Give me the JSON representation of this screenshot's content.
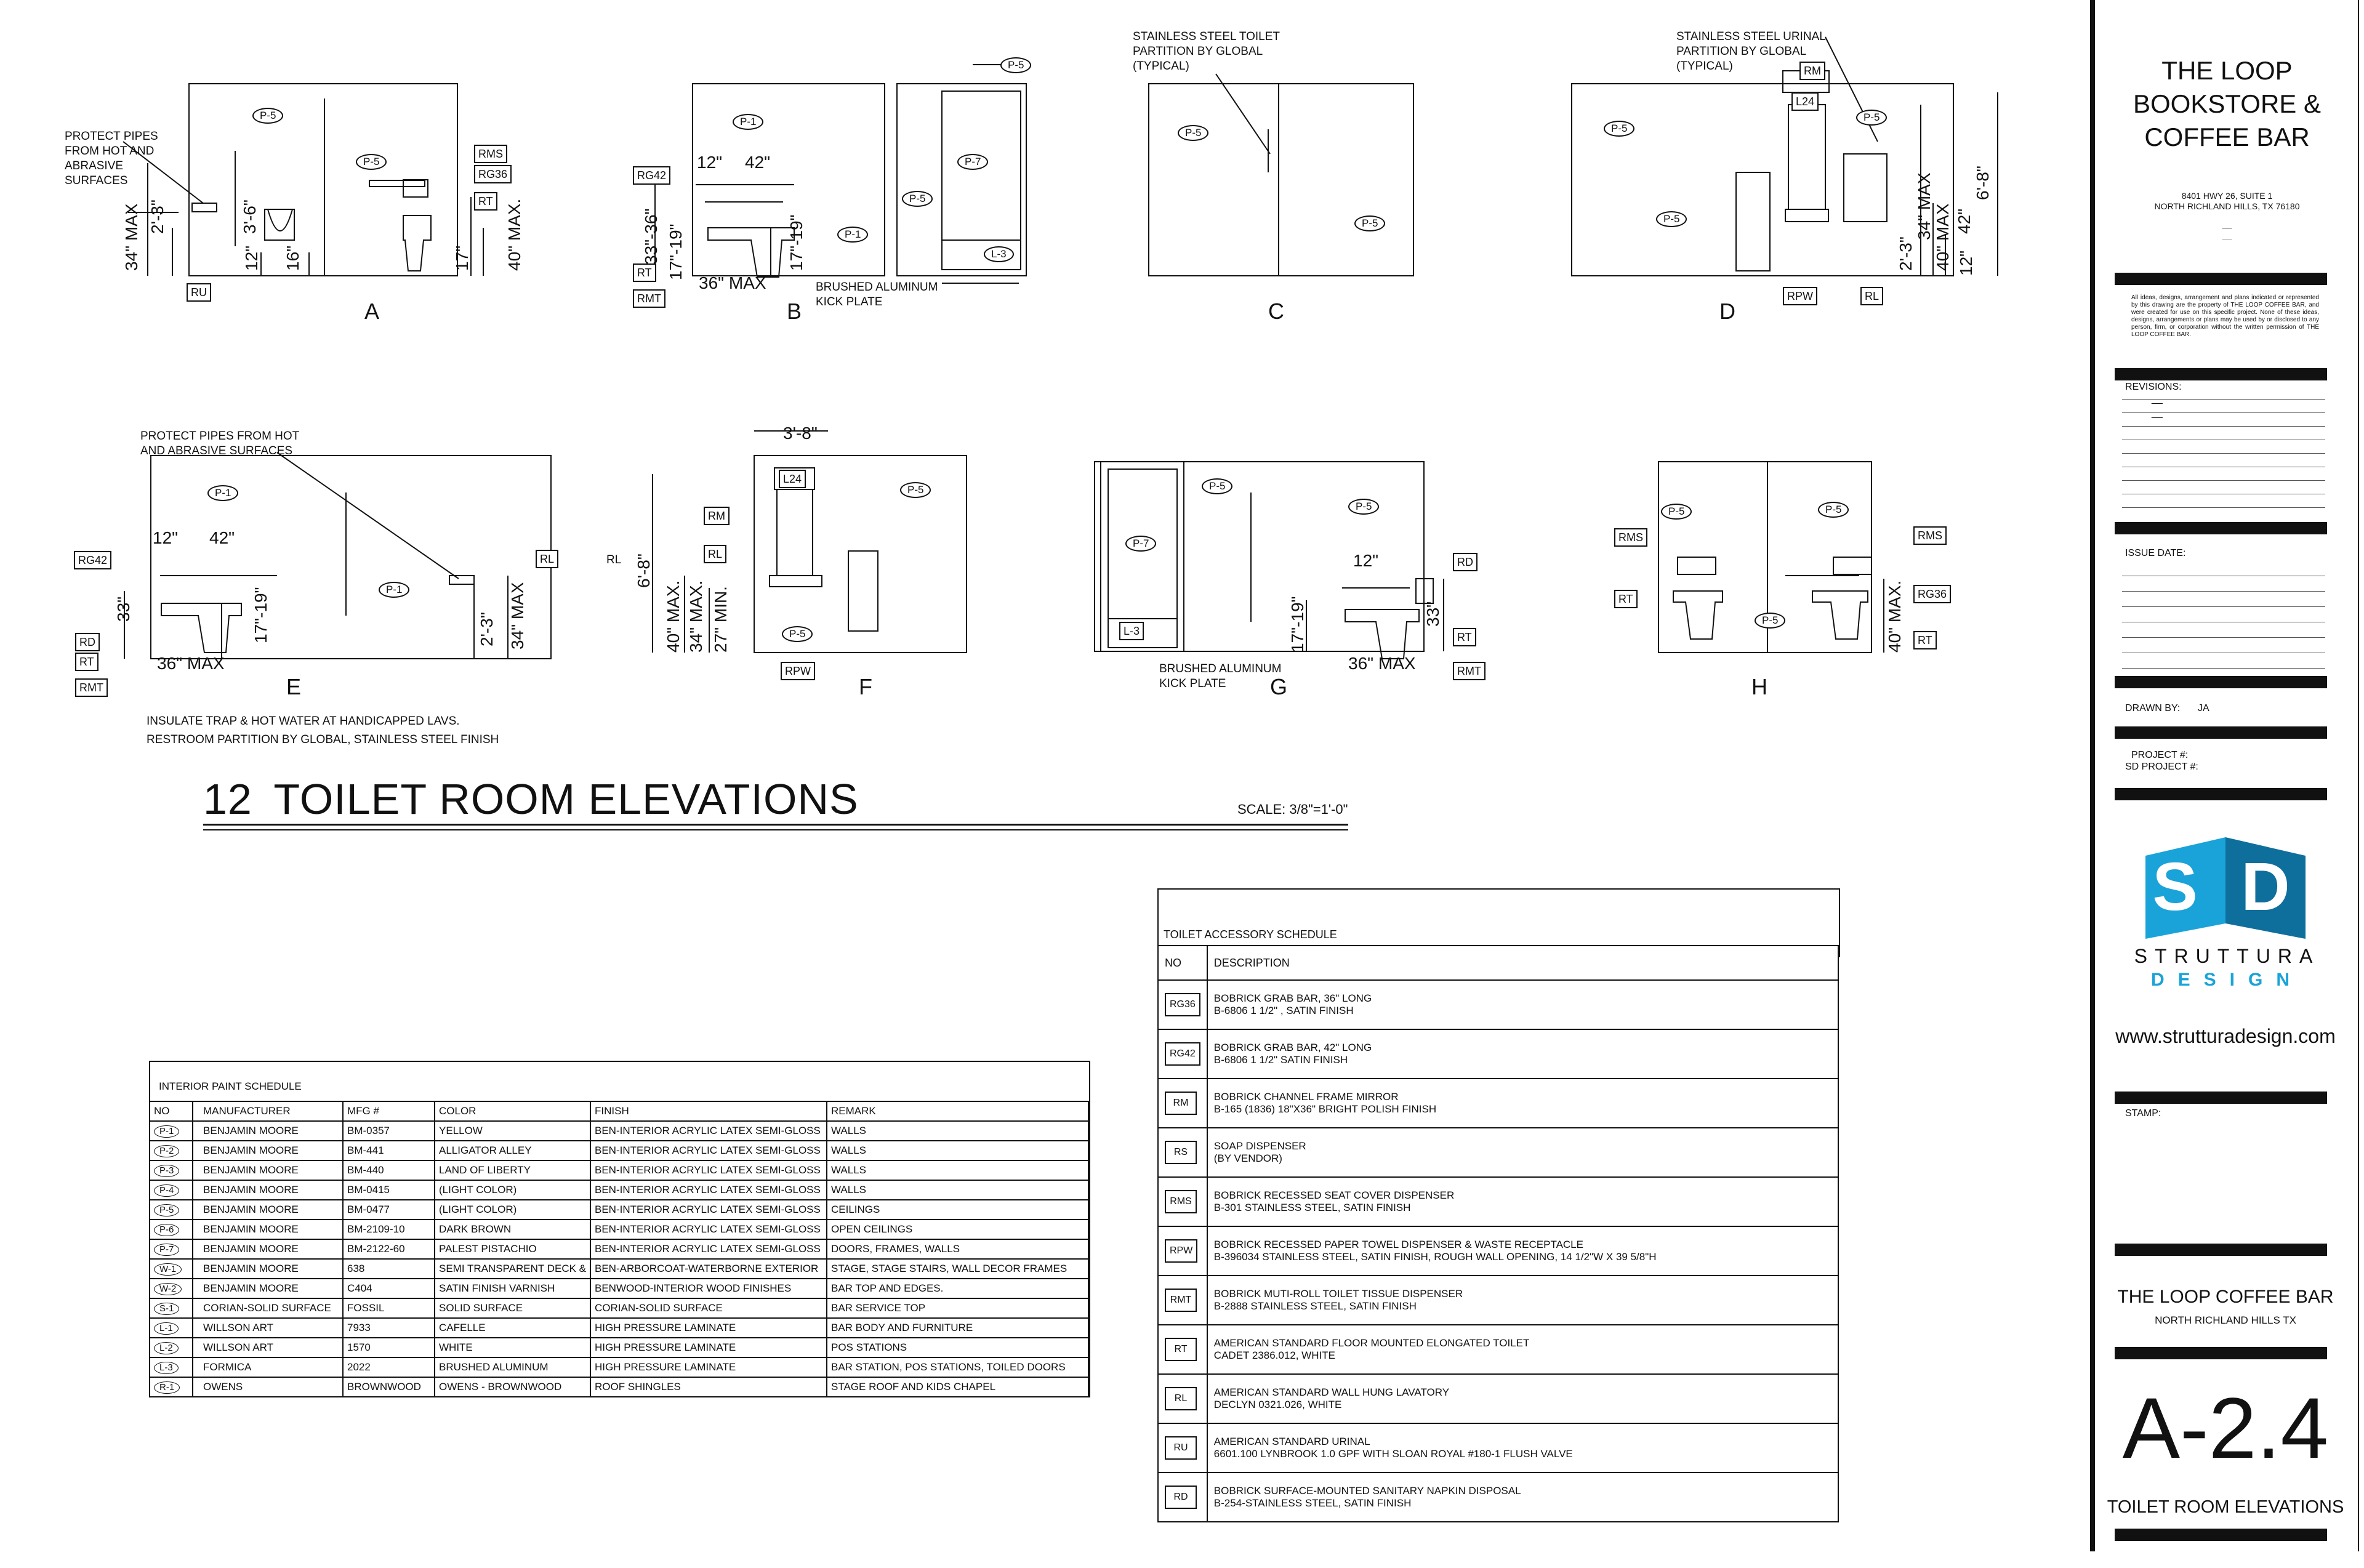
{
  "title_block": {
    "project_name_lines": [
      "THE LOOP",
      "BOOKSTORE &",
      " COFFEE BAR"
    ],
    "address_lines": [
      "8401 HWY 26, SUITE 1",
      "NORTH RICHLAND HILLS, TX 76180",
      "__",
      "__"
    ],
    "legal_notice": "All ideas, designs, arrangement and plans indicated or represented by this drawing are the property of THE LOOP COFFEE BAR, and were created for use on this specific project. None of these ideas, designs, arrangements or plans may be used by or disclosed to any person, firm, or corporation without the written permission of THE LOOP COFFEE BAR.",
    "revisions_label": "REVISIONS:",
    "revision_marks": [
      "__",
      "__"
    ],
    "issue_date_label": "ISSUE DATE:",
    "drawn_by_label": "DRAWN BY:",
    "drawn_by_value": "JA",
    "project_no_label": "PROJECT #:",
    "sd_project_no_label": "SD PROJECT #:",
    "logo_letters": [
      "S",
      "D"
    ],
    "logo_name_top": "STRUTTURA",
    "logo_name_bottom": "DESIGN",
    "website": "www.strutturadesign.com",
    "stamp_label": "STAMP:",
    "client_name": "THE LOOP COFFEE BAR",
    "client_city": "NORTH RICHLAND HILLS TX",
    "sheet_number": "A-2.4",
    "sheet_title": "TOILET ROOM ELEVATIONS"
  },
  "drawing": {
    "number": "12",
    "title": "TOILET ROOM ELEVATIONS",
    "scale": "SCALE: 3/8\"=1'-0\"",
    "elevation_labels": [
      "A",
      "B",
      "C",
      "D",
      "E",
      "F",
      "G",
      "H"
    ],
    "notes": {
      "protect_pipes_a": "PROTECT PIPES\nFROM HOT AND\nABRASIVE\nSURFACES",
      "protect_pipes_e": "PROTECT PIPES FROM HOT\nAND ABRASIVE SURFACES",
      "kick_plate_b": "BRUSHED ALUMINUM\nKICK PLATE",
      "kick_plate_g": "BRUSHED ALUMINUM\nKICK PLATE",
      "partition_c": "STAINLESS STEEL TOILET\nPARTITION BY GLOBAL\n(TYPICAL)",
      "partition_d": "STAINLESS STEEL URINAL\nPARTITION BY GLOBAL\n(TYPICAL)",
      "general_1": "INSULATE TRAP & HOT WATER AT HANDICAPPED LAVS.",
      "general_2": "RESTROOM PARTITION BY GLOBAL, STAINLESS STEEL FINISH"
    },
    "tags": {
      "a": [
        "P-5",
        "P-5",
        "RMS",
        "RG36",
        "RT",
        "RU"
      ],
      "b": [
        "P-5",
        "P-1",
        "P-1",
        "RG42",
        "RT",
        "RMT",
        "P-7",
        "P-5",
        "L-3"
      ],
      "c": [
        "P-5",
        "P-5"
      ],
      "d": [
        "RM",
        "L24",
        "P-5",
        "P-5",
        "P-5",
        "RPW",
        "RL"
      ],
      "e": [
        "P-1",
        "RG42",
        "RD",
        "RT",
        "RMT",
        "P-1",
        "RL"
      ],
      "f": [
        "L24",
        "RM",
        "RL",
        "P-5",
        "P-5",
        "RPW",
        "RL"
      ],
      "g": [
        "P-5",
        "P-5",
        "P-7",
        "L-3",
        "RD",
        "RT",
        "RMT"
      ],
      "h": [
        "P-5",
        "P-5",
        "RMS",
        "RT",
        "P-5",
        "RMS",
        "RG36",
        "RT"
      ]
    },
    "dimensions": {
      "a": [
        "34\" MAX",
        "2'-3\"",
        "3'-6\"",
        "12\"",
        "16\"",
        "17\"",
        "40\" MAX."
      ],
      "b": [
        "12\"",
        "42\"",
        "33\"-36\"",
        "17\"-19\"",
        "36\" MAX",
        "17\"-19\""
      ],
      "d": [
        "2'-3\"",
        "34\" MAX",
        "40\" MAX",
        "42\"",
        "12\"",
        "6'-8\""
      ],
      "e": [
        "12\"",
        "42\"",
        "33\"",
        "17\"-19\"",
        "36\" MAX",
        "2'-3\"",
        "34\" MAX"
      ],
      "f": [
        "3'-8\"",
        "6'-8\"",
        "40\" MAX.",
        "34\" MAX.",
        "27\" MIN."
      ],
      "g": [
        "12\"",
        "17\"-19\"",
        "33\"",
        "36\" MAX"
      ],
      "h": [
        "40\" MAX."
      ]
    }
  },
  "paint_schedule": {
    "title": "INTERIOR PAINT SCHEDULE",
    "headers": [
      "NO",
      "MANUFACTURER",
      "MFG #",
      "COLOR",
      "FINISH",
      "REMARK"
    ],
    "rows": [
      [
        "P-1",
        "BENJAMIN MOORE",
        "BM-0357",
        "YELLOW",
        "BEN-INTERIOR ACRYLIC LATEX SEMI-GLOSS",
        "WALLS"
      ],
      [
        "P-2",
        "BENJAMIN MOORE",
        "BM-441",
        "ALLIGATOR ALLEY",
        "BEN-INTERIOR ACRYLIC LATEX SEMI-GLOSS",
        "WALLS"
      ],
      [
        "P-3",
        "BENJAMIN MOORE",
        "BM-440",
        "LAND OF LIBERTY",
        "BEN-INTERIOR ACRYLIC LATEX SEMI-GLOSS",
        "WALLS"
      ],
      [
        "P-4",
        "BENJAMIN MOORE",
        "BM-0415",
        "(LIGHT COLOR)",
        "BEN-INTERIOR ACRYLIC LATEX SEMI-GLOSS",
        "WALLS"
      ],
      [
        "P-5",
        "BENJAMIN MOORE",
        "BM-0477",
        "(LIGHT COLOR)",
        "BEN-INTERIOR ACRYLIC LATEX SEMI-GLOSS",
        "CEILINGS"
      ],
      [
        "P-6",
        "BENJAMIN MOORE",
        "BM-2109-10",
        "DARK BROWN",
        "BEN-INTERIOR ACRYLIC LATEX SEMI-GLOSS",
        "OPEN CEILINGS"
      ],
      [
        "P-7",
        "BENJAMIN MOORE",
        "BM-2122-60",
        "PALEST PISTACHIO",
        "BEN-INTERIOR ACRYLIC LATEX SEMI-GLOSS",
        "DOORS, FRAMES, WALLS"
      ],
      [
        "W-1",
        "BENJAMIN MOORE",
        "638",
        "SEMI TRANSPARENT DECK &",
        "BEN-ARBORCOAT-WATERBORNE EXTERIOR",
        "STAGE, STAGE STAIRS, WALL DECOR FRAMES"
      ],
      [
        "W-2",
        "BENJAMIN MOORE",
        "C404",
        "SATIN FINISH VARNISH",
        "BENWOOD-INTERIOR WOOD FINISHES",
        "BAR TOP AND EDGES."
      ],
      [
        "S-1",
        "CORIAN-SOLID SURFACE",
        "FOSSIL",
        "SOLID SURFACE",
        "CORIAN-SOLID SURFACE",
        "BAR SERVICE TOP"
      ],
      [
        "L-1",
        "WILLSON ART",
        "7933",
        "CAFELLE",
        "HIGH PRESSURE LAMINATE",
        "BAR BODY AND FURNITURE"
      ],
      [
        "L-2",
        "WILLSON ART",
        "1570",
        "WHITE",
        "HIGH PRESSURE LAMINATE",
        "POS STATIONS"
      ],
      [
        "L-3",
        "FORMICA",
        "2022",
        "BRUSHED ALUMINUM",
        "HIGH PRESSURE LAMINATE",
        "BAR STATION, POS STATIONS, TOILED DOORS"
      ],
      [
        "R-1",
        "OWENS",
        "BROWNWOOD",
        "OWENS - BROWNWOOD",
        "ROOF SHINGLES",
        "STAGE ROOF AND KIDS CHAPEL"
      ]
    ]
  },
  "accessory_schedule": {
    "title": "TOILET ACCESSORY SCHEDULE",
    "headers": [
      "NO",
      "DESCRIPTION"
    ],
    "rows": [
      [
        "RG36",
        "BOBRICK GRAB BAR, 36\" LONG",
        "B-6806  1 1/2\" , SATIN FINISH"
      ],
      [
        "RG42",
        "BOBRICK GRAB BAR, 42\" LONG",
        "B-6806  1 1/2\"  SATIN FINISH"
      ],
      [
        "RM",
        "BOBRICK CHANNEL FRAME MIRROR",
        "B-165 (1836) 18\"X36\" BRIGHT POLISH FINISH"
      ],
      [
        "RS",
        "SOAP DISPENSER",
        "(BY VENDOR)"
      ],
      [
        "RMS",
        "BOBRICK RECESSED SEAT COVER DISPENSER",
        "B-301 STAINLESS STEEL, SATIN FINISH"
      ],
      [
        "RPW",
        "BOBRICK RECESSED PAPER TOWEL DISPENSER & WASTE RECEPTACLE",
        "B-396034 STAINLESS STEEL, SATIN FINISH, ROUGH WALL OPENING, 14 1/2\"W X 39 5/8\"H"
      ],
      [
        "RMT",
        "BOBRICK MUTI-ROLL TOILET TISSUE DISPENSER",
        "B-2888 STAINLESS STEEL, SATIN FINISH"
      ],
      [
        "RT",
        "AMERICAN STANDARD FLOOR MOUNTED ELONGATED TOILET",
        "CADET 2386.012, WHITE"
      ],
      [
        "RL",
        "AMERICAN STANDARD WALL HUNG LAVATORY",
        "DECLYN 0321.026, WHITE"
      ],
      [
        "RU",
        "AMERICAN STANDARD URINAL",
        "6601.100 LYNBROOK 1.0 GPF WITH SLOAN ROYAL #180-1 FLUSH VALVE"
      ],
      [
        "RD",
        "BOBRICK SURFACE-MOUNTED SANITARY NAPKIN DISPOSAL",
        "B-254-STAINLESS STEEL, SATIN FINISH"
      ]
    ]
  },
  "colors": {
    "line": "#111111",
    "logo_blue": "#1aa3d9",
    "logo_dark": "#0f6f9c",
    "background": "#ffffff"
  }
}
